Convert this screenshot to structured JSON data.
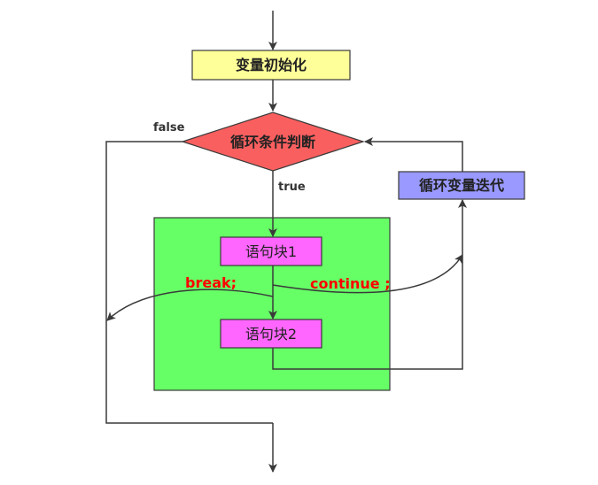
{
  "nodes": {
    "init": "变量初始化",
    "condition": "循环条件判断",
    "iterate": "循环变量迭代",
    "block1": "语句块1",
    "block2": "语句块2"
  },
  "edges": {
    "false_label": "false",
    "true_label": "true",
    "break_label": "break;",
    "continue_label": "continue ;"
  },
  "colors": {
    "init_fill": "#ffff99",
    "condition_fill": "#f95f5f",
    "iterate_fill": "#9999ff",
    "loop_body_fill": "#66ff66",
    "block_fill": "#ff66ff",
    "jump_text": "#ff0000"
  }
}
